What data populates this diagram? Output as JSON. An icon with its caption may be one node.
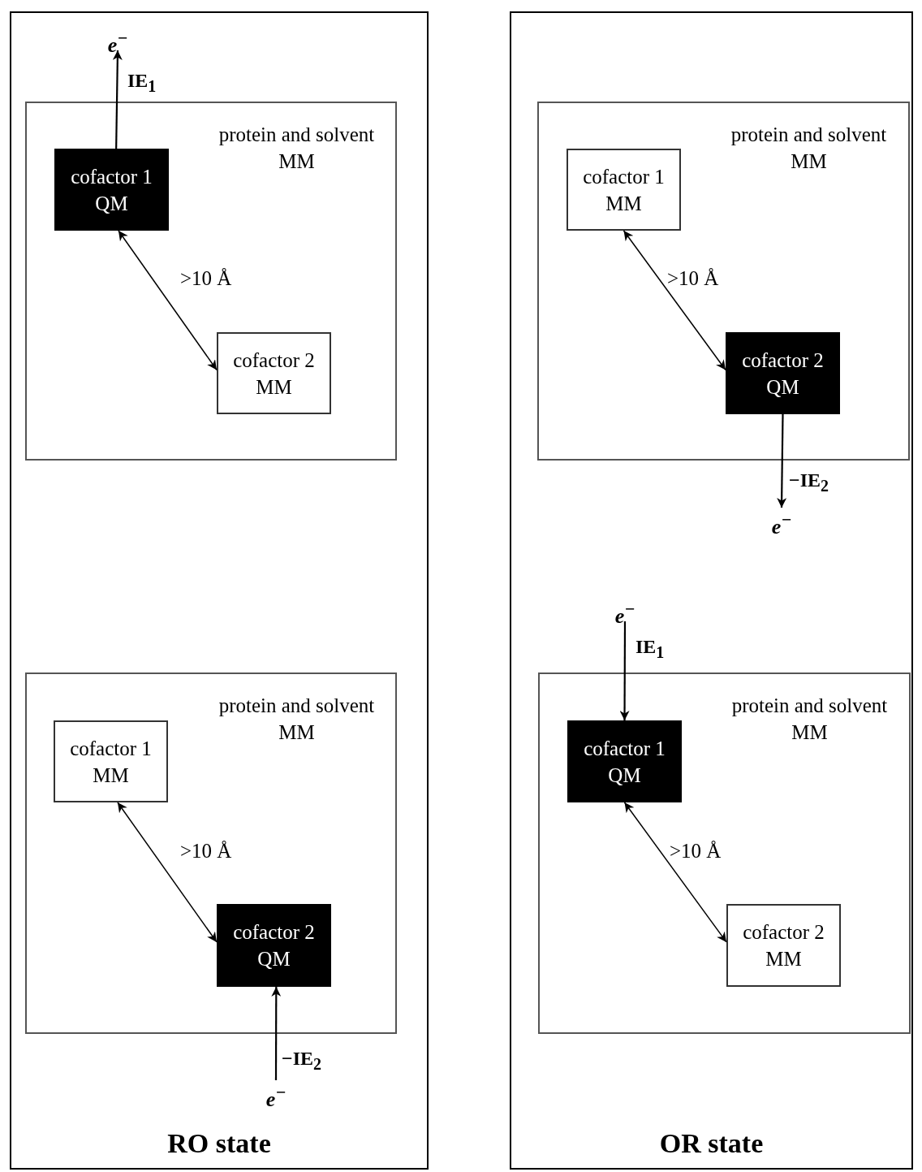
{
  "diagram": {
    "nodes": [
      {
        "text": [
          "RO state"
        ]
      },
      {
        "text": [
          "protein and solvent MM"
        ],
        "in": 0
      },
      {
        "text": [
          "cofactor 1 QM"
        ],
        "in": 1
      },
      {
        "text": [
          "cofactor 2 MM"
        ],
        "in": 1
      },
      {
        "text": [
          "e$^{−}$"
        ],
        "in": 0
      },
      {
        "text": [
          "protein and solvent MM"
        ],
        "in": 0
      },
      {
        "text": [
          "cofactor 1 MM"
        ],
        "in": 5
      },
      {
        "text": [
          "cofactor 2 QM"
        ],
        "in": 5
      },
      {
        "text": [
          "e$^{−}$"
        ],
        "in": 0
      },
      {
        "text": [
          "OR state"
        ]
      },
      {
        "text": [
          "protein and solvent MM"
        ],
        "in": 9
      },
      {
        "text": [
          "cofactor 1 MM"
        ],
        "in": 10
      },
      {
        "text": [
          "cofactor 2 QM"
        ],
        "in": 10
      },
      {
        "text": [
          "e$^{−}$"
        ],
        "in": 9
      },
      {
        "text": [
          "e$^{−}$"
        ],
        "in": 9
      },
      {
        "text": [
          "protein and solvent MM"
        ],
        "in": 9
      },
      {
        "text": [
          "cofactor 1 QM"
        ],
        "in": 15
      },
      {
        "text": [
          "cofactor 2 MM"
        ],
        "in": 15
      }
    ],
    "edges": [
      {
        "from": 2,
        "to": 4,
        "arrow": "to",
        "label": "IE$_{1}$"
      },
      {
        "from": 2,
        "to": 3,
        "arrow": "both",
        "label": ">10 Å"
      },
      {
        "from": 8,
        "to": 7,
        "arrow": "to",
        "label": "−IE$_{2}$"
      },
      {
        "from": 6,
        "to": 7,
        "arrow": "both",
        "label": ">10 Å"
      },
      {
        "from": 11,
        "to": 12,
        "arrow": "both",
        "label": ">10 Å"
      },
      {
        "from": 12,
        "to": 13,
        "arrow": "to",
        "label": "−IE$_{2}$"
      },
      {
        "from": 14,
        "to": 16,
        "arrow": "to",
        "label": "IE$_{1}$"
      },
      {
        "from": 16,
        "to": 17,
        "arrow": "both",
        "label": ">10 Å"
      }
    ]
  }
}
